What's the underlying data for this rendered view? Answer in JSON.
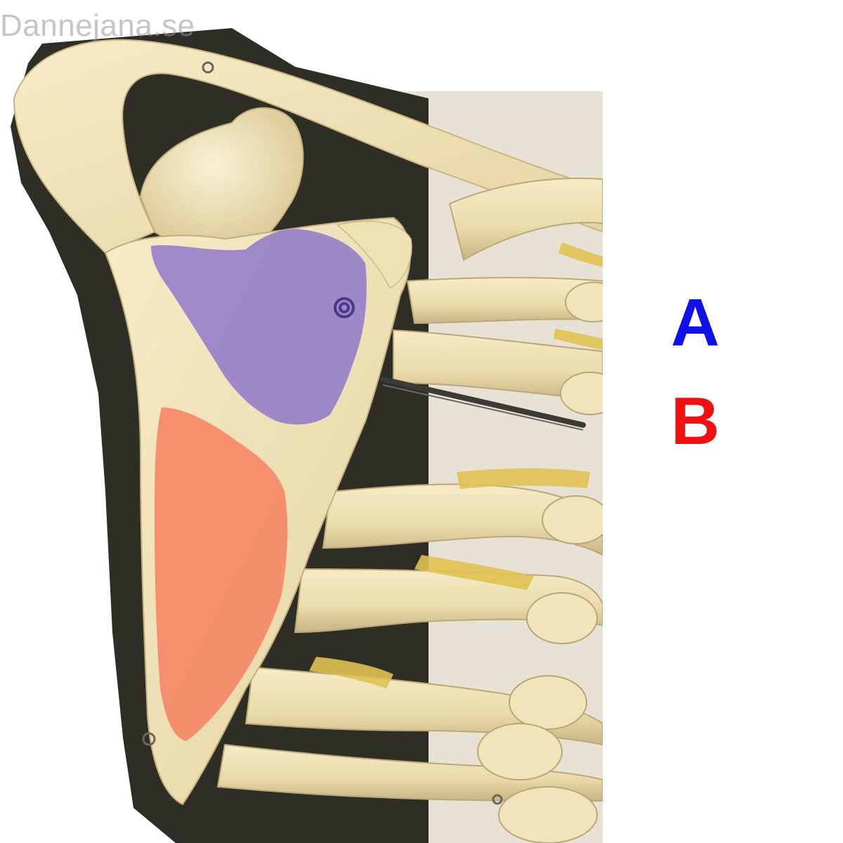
{
  "watermark": "Dannejana.se",
  "labels": {
    "a": {
      "text": "A",
      "color": "#1010e8"
    },
    "b": {
      "text": "B",
      "color": "#ee1111"
    }
  },
  "regions": {
    "a": {
      "name": "purple-highlighted-region",
      "color": "#8a72c8"
    },
    "b": {
      "name": "orange-highlighted-region",
      "color": "#f58a6a"
    }
  },
  "colors": {
    "bone": "#f3e6bd",
    "bone_shadow": "#cdb98a",
    "backdrop": "#2f2e27",
    "wall": "#e9e2d8",
    "cartilage": "#e3c455"
  }
}
